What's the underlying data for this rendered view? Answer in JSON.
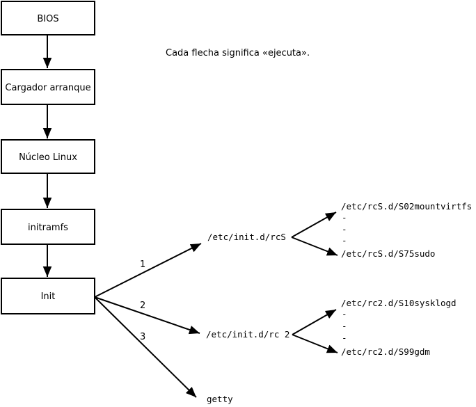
{
  "note": "Cada flecha significa «ejecuta».",
  "boxes": [
    {
      "label": "BIOS"
    },
    {
      "label": "Cargador arranque"
    },
    {
      "label": "Núcleo Linux"
    },
    {
      "label": "initramfs"
    },
    {
      "label": "Init"
    }
  ],
  "branch_labels": [
    "1",
    "2",
    "3"
  ],
  "targets": {
    "rcS": "/etc/init.d/rcS",
    "rc2": "/etc/init.d/rc 2",
    "getty": "getty"
  },
  "rcS_list": {
    "first": "/etc/rcS.d/S02mountvirtfs",
    "dash": "-",
    "last": "/etc/rcS.d/S75sudo"
  },
  "rc2_list": {
    "first": "/etc/rc2.d/S10sysklogd",
    "dash": "-",
    "last": "/etc/rc2.d/S99gdm"
  },
  "colors": {
    "line": "#000000",
    "background": "#ffffff"
  }
}
